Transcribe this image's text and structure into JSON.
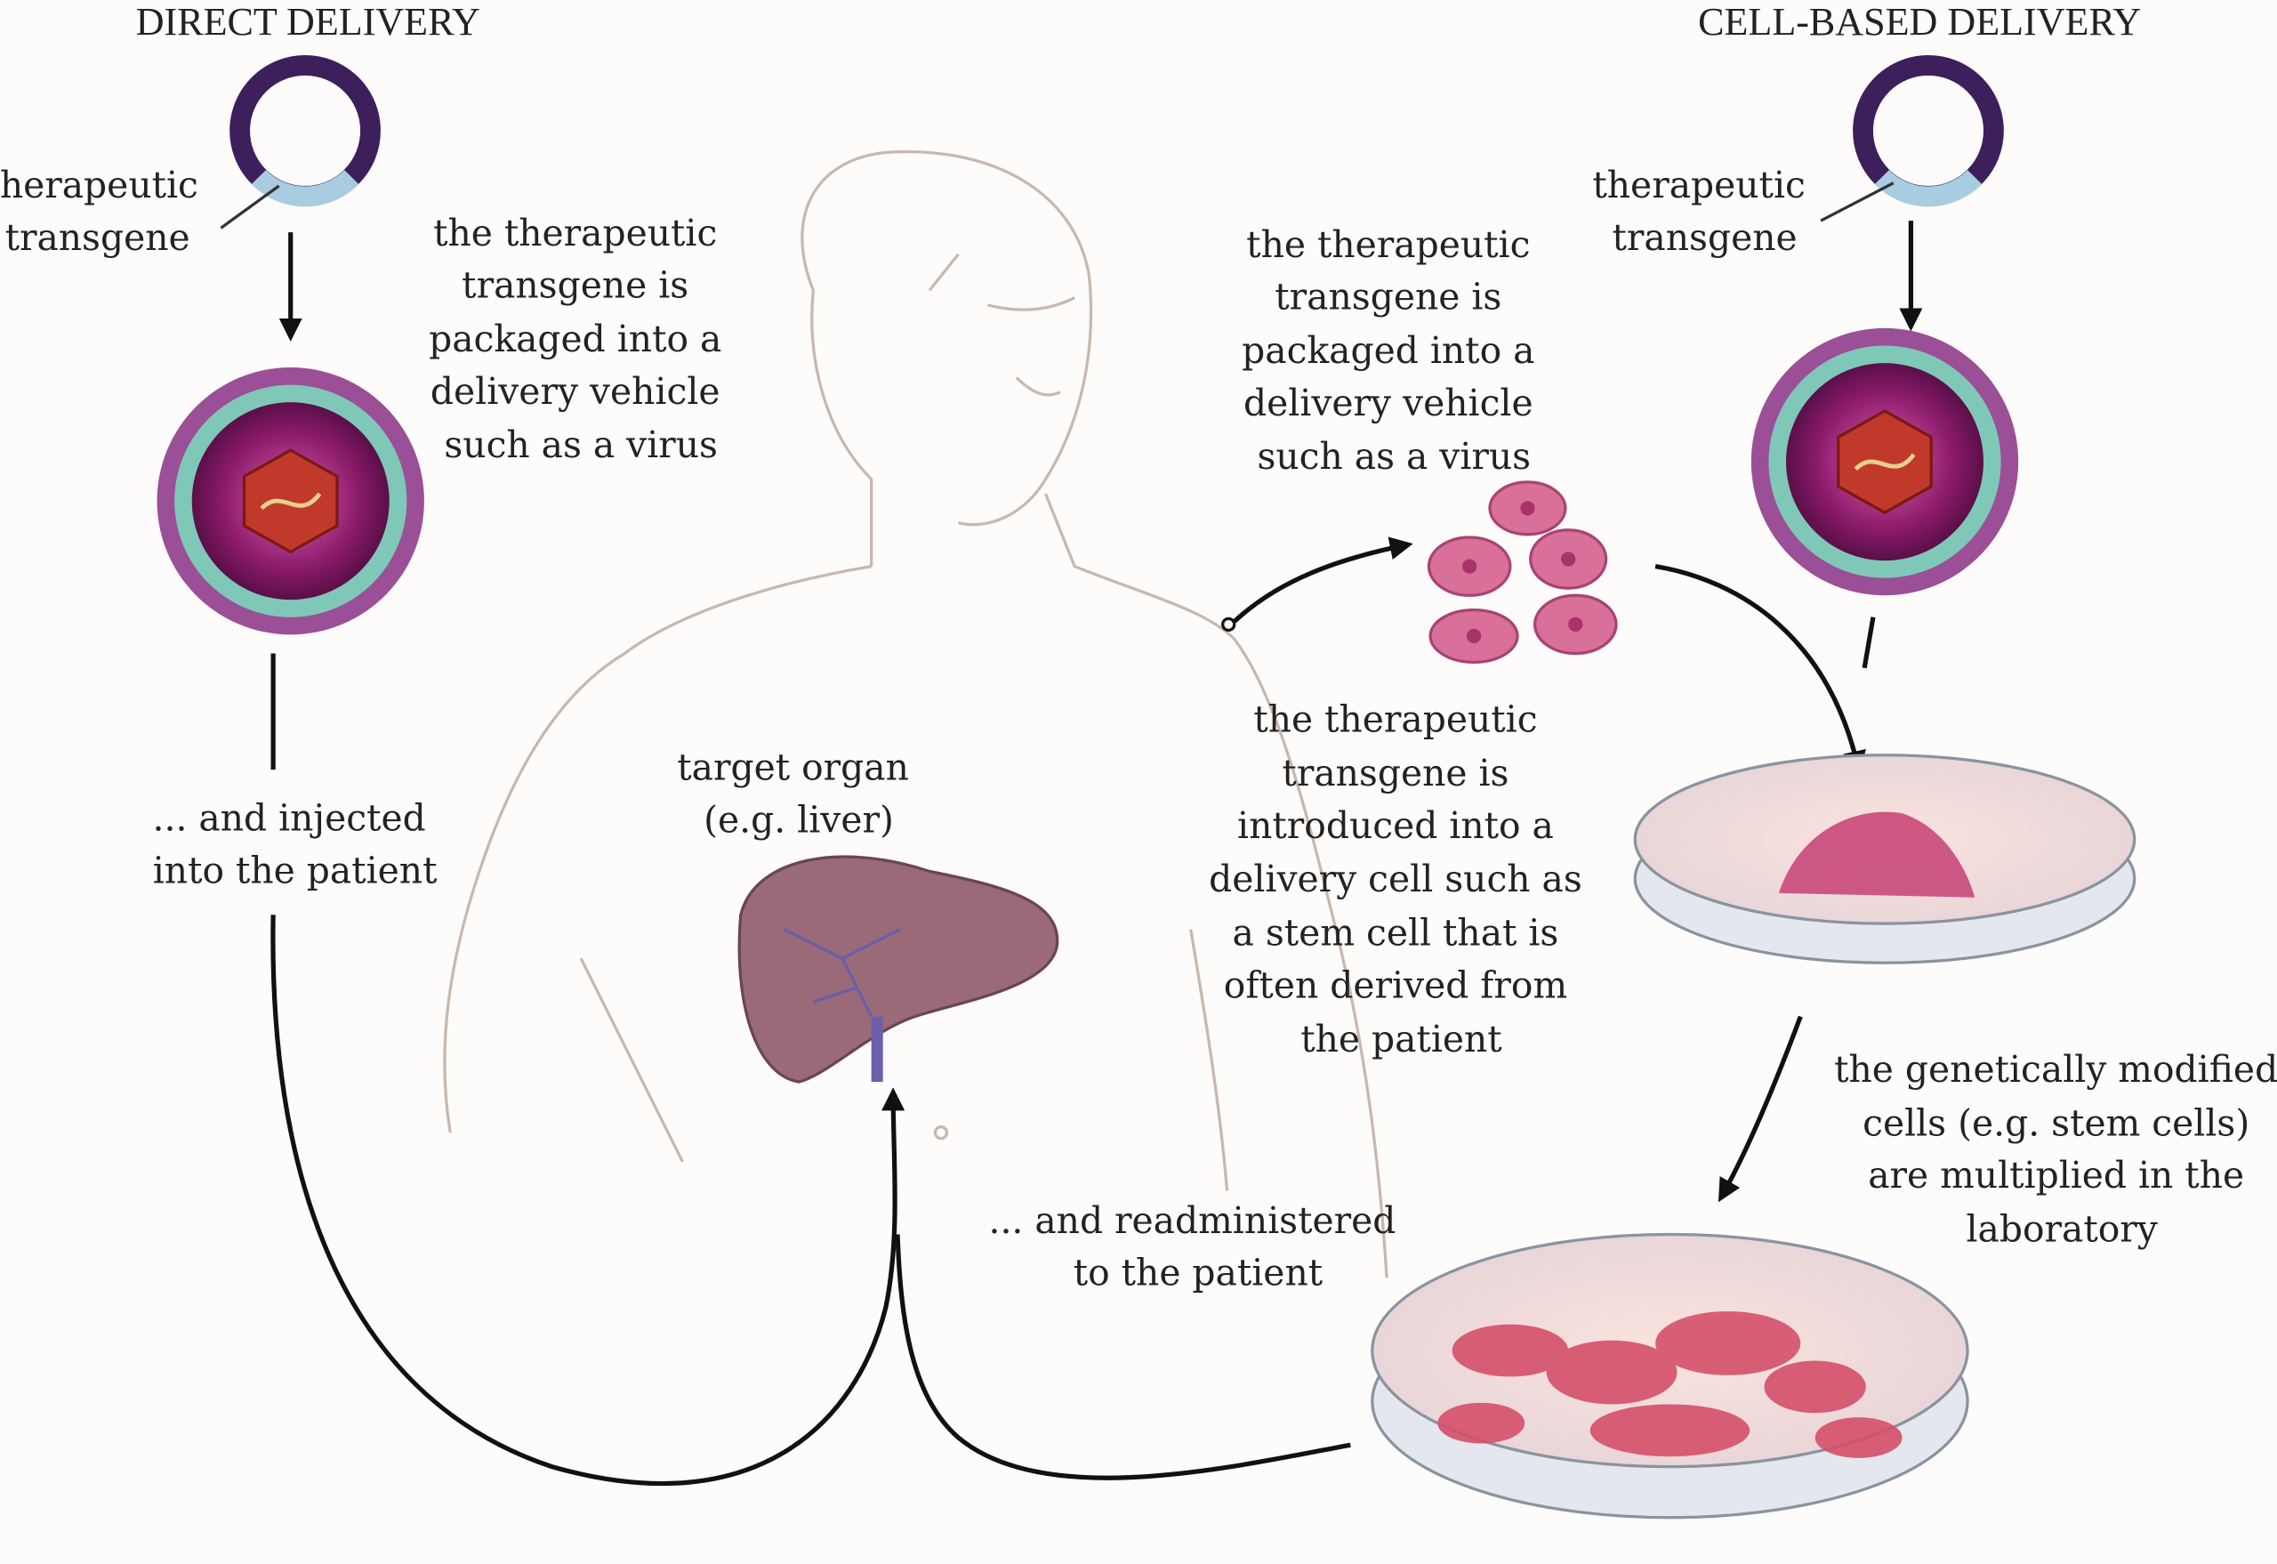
{
  "headers": {
    "left": "DIRECT DELIVERY",
    "right": "CELL-BASED DELIVERY"
  },
  "labels": {
    "transgene_left": [
      "therapeutic",
      "transgene"
    ],
    "transgene_right": [
      "therapeutic",
      "transgene"
    ],
    "packaged_left": [
      "the therapeutic",
      "transgene is",
      "packaged into a",
      "delivery vehicle",
      "such as a virus"
    ],
    "packaged_right": [
      "the therapeutic",
      "transgene is",
      "packaged into a",
      "delivery vehicle",
      "such as a virus"
    ],
    "target_organ": [
      "target organ",
      "(e.g. liver)"
    ],
    "injected": [
      "... and injected",
      "into the patient"
    ],
    "introduced": [
      "the therapeutic",
      "transgene is",
      "introduced into a",
      "delivery cell such as",
      "a stem cell that is",
      "often derived from",
      "the patient"
    ],
    "multiplied": [
      "the genetically modified",
      "cells (e.g. stem cells)",
      "are multiplied in the",
      "laboratory"
    ],
    "readministered": [
      "... and readministered",
      "to the patient"
    ]
  },
  "colors": {
    "plasmid": "#3d1f5c",
    "transgene": "#a8cce0",
    "virus_core": "#8a1a6a",
    "virus_ring": "#7fc8b8",
    "virus_spikes": "#9b4f96",
    "capsid": "#c0392b",
    "cells": "#d9709a",
    "liver": "#9a6a78",
    "skin_outline": "#c8b8ae"
  }
}
